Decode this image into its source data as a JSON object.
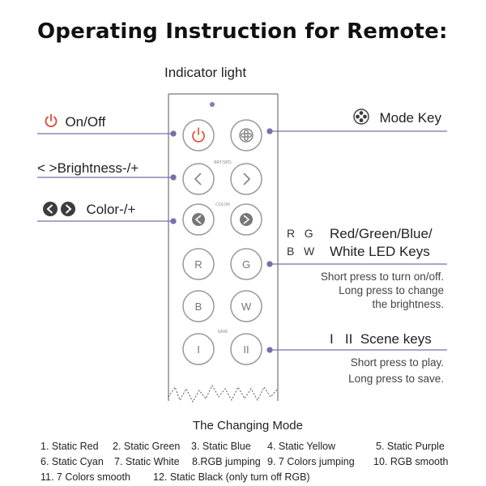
{
  "title": "Operating Instruction for Remote:",
  "labels": {
    "indicator": "Indicator light",
    "on_off": "On/Off",
    "brightness": "Brightness-/+",
    "color": "Color-/+",
    "mode_key": "Mode Key",
    "rgbw_r": "R",
    "rgbw_g": "G",
    "rgbw_b": "B",
    "rgbw_w": "W",
    "rgbw_line1": "Red/Green/Blue/",
    "rgbw_line2": "White LED Keys",
    "rgbw_note1": "Short press to turn on/off.",
    "rgbw_note2": "Long press to change",
    "rgbw_note3": "the brightness.",
    "scene_i": "I",
    "scene_ii": "II",
    "scene": "Scene keys",
    "scene_note1": "Short press to play.",
    "scene_note2": "Long press to save."
  },
  "remote": {
    "brt_spd": "BRT/SPD",
    "color": "COLOR",
    "save": "SAVE",
    "key_r": "R",
    "key_g": "G",
    "key_b": "B",
    "key_w": "W",
    "key_i": "I",
    "key_ii": "II"
  },
  "changing_mode": {
    "heading": "The Changing Mode",
    "row1": [
      "1. Static Red",
      "2. Static Green",
      "3. Static Blue",
      "4. Static Yellow",
      "5. Static Purple"
    ],
    "row2": [
      "6. Static Cyan",
      "7. Static White",
      "8.RGB jumping",
      "9. 7 Colors  jumping",
      "10. RGB smooth"
    ],
    "row3": [
      "11. 7 Colors smooth",
      "12. Static Black (only turn off RGB)"
    ]
  },
  "colors": {
    "power_red": "#e5452e",
    "leader_purple": "#7b6fa8",
    "button_gray": "#9a9a9a",
    "dark_icon": "#3c3c3c"
  },
  "icons": [
    "power-icon",
    "mode-icon",
    "chevron-left-icon",
    "chevron-right-icon",
    "color-left-icon",
    "color-right-icon"
  ]
}
